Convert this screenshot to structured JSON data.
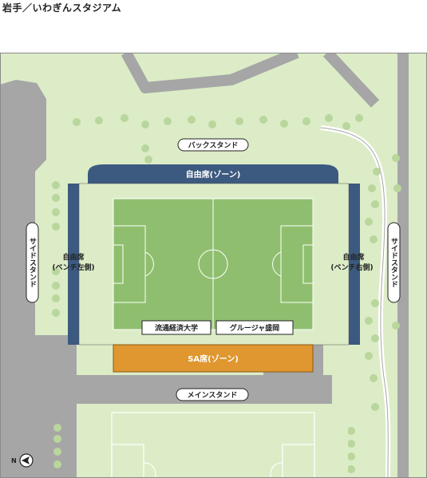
{
  "title": "岩手／いわぎんスタジアム",
  "labels": {
    "back_stand": "バックスタンド",
    "main_stand": "メインスタンド",
    "side_stand": "サイドスタンド",
    "free_seat_zone": "自由席(ゾーン)",
    "free_seat": "自由席",
    "bench_left": "(ベンチ左側)",
    "bench_right": "(ベンチ右側)",
    "sa_seat_zone": "SA席(ゾーン)",
    "ryutsu": "流通経済大学",
    "grulla": "グルージャ盛岡",
    "north": "N"
  },
  "colors": {
    "grass_light": "#dcecc7",
    "pitch": "#8fbf6e",
    "road": "#a6a6a6",
    "stand_blue": "#3c5a80",
    "sa_orange": "#e0972f",
    "tree": "#b9d69c"
  }
}
